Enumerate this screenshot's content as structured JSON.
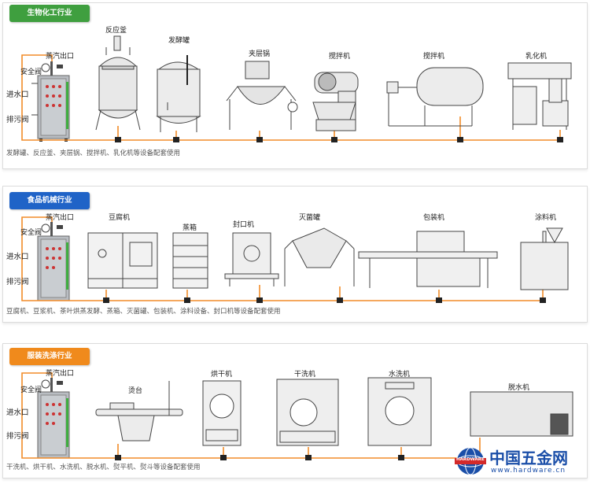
{
  "colors": {
    "pipe": "#f28c28",
    "tab_bio": "#3f9f3f",
    "tab_food": "#1f63c7",
    "tab_laundry": "#f08a1c",
    "generator": "#b9bdc2",
    "machine_line": "#444444",
    "logo_blue": "#1a4ea8",
    "logo_red": "#d32a2a"
  },
  "sections": [
    {
      "title": "生物化工行业",
      "tab_color": "#3f9f3f",
      "labels": {
        "steam": "蒸汽出口",
        "safety": "安全阀",
        "inlet": "进水口",
        "drain": "排污阀"
      },
      "machines": [
        "反应釜",
        "发酵罐",
        "夹层锅",
        "搅拌机",
        "搅拌机",
        "乳化机"
      ],
      "note": "发酵罐、反应釜、夹层锅、搅拌机、乳化机等设备配套使用"
    },
    {
      "title": "食品机械行业",
      "tab_color": "#1f63c7",
      "labels": {
        "steam": "蒸汽出口",
        "safety": "安全阀",
        "inlet": "进水口",
        "drain": "排污阀"
      },
      "machines": [
        "豆腐机",
        "蒸箱",
        "封口机",
        "灭菌罐",
        "包装机",
        "涂料机"
      ],
      "note": "豆腐机、豆浆机、茶叶烘蒸发酵、蒸箱、灭菌罐、包装机、涂料设备、封口机等设备配套使用"
    },
    {
      "title": "服装洗涤行业",
      "tab_color": "#f08a1c",
      "labels": {
        "steam": "蒸汽出口",
        "safety": "安全阀",
        "inlet": "进水口",
        "drain": "排污阀"
      },
      "machines": [
        "烫台",
        "烘干机",
        "干洗机",
        "水洗机",
        "脱水机"
      ],
      "note": "干洗机、烘干机、水洗机、脱水机、熨平机、熨斗等设备配套使用"
    }
  ],
  "watermark": {
    "cn": "中国五金网",
    "en": "www.hardware.cn",
    "badge": "HARDWARE"
  }
}
